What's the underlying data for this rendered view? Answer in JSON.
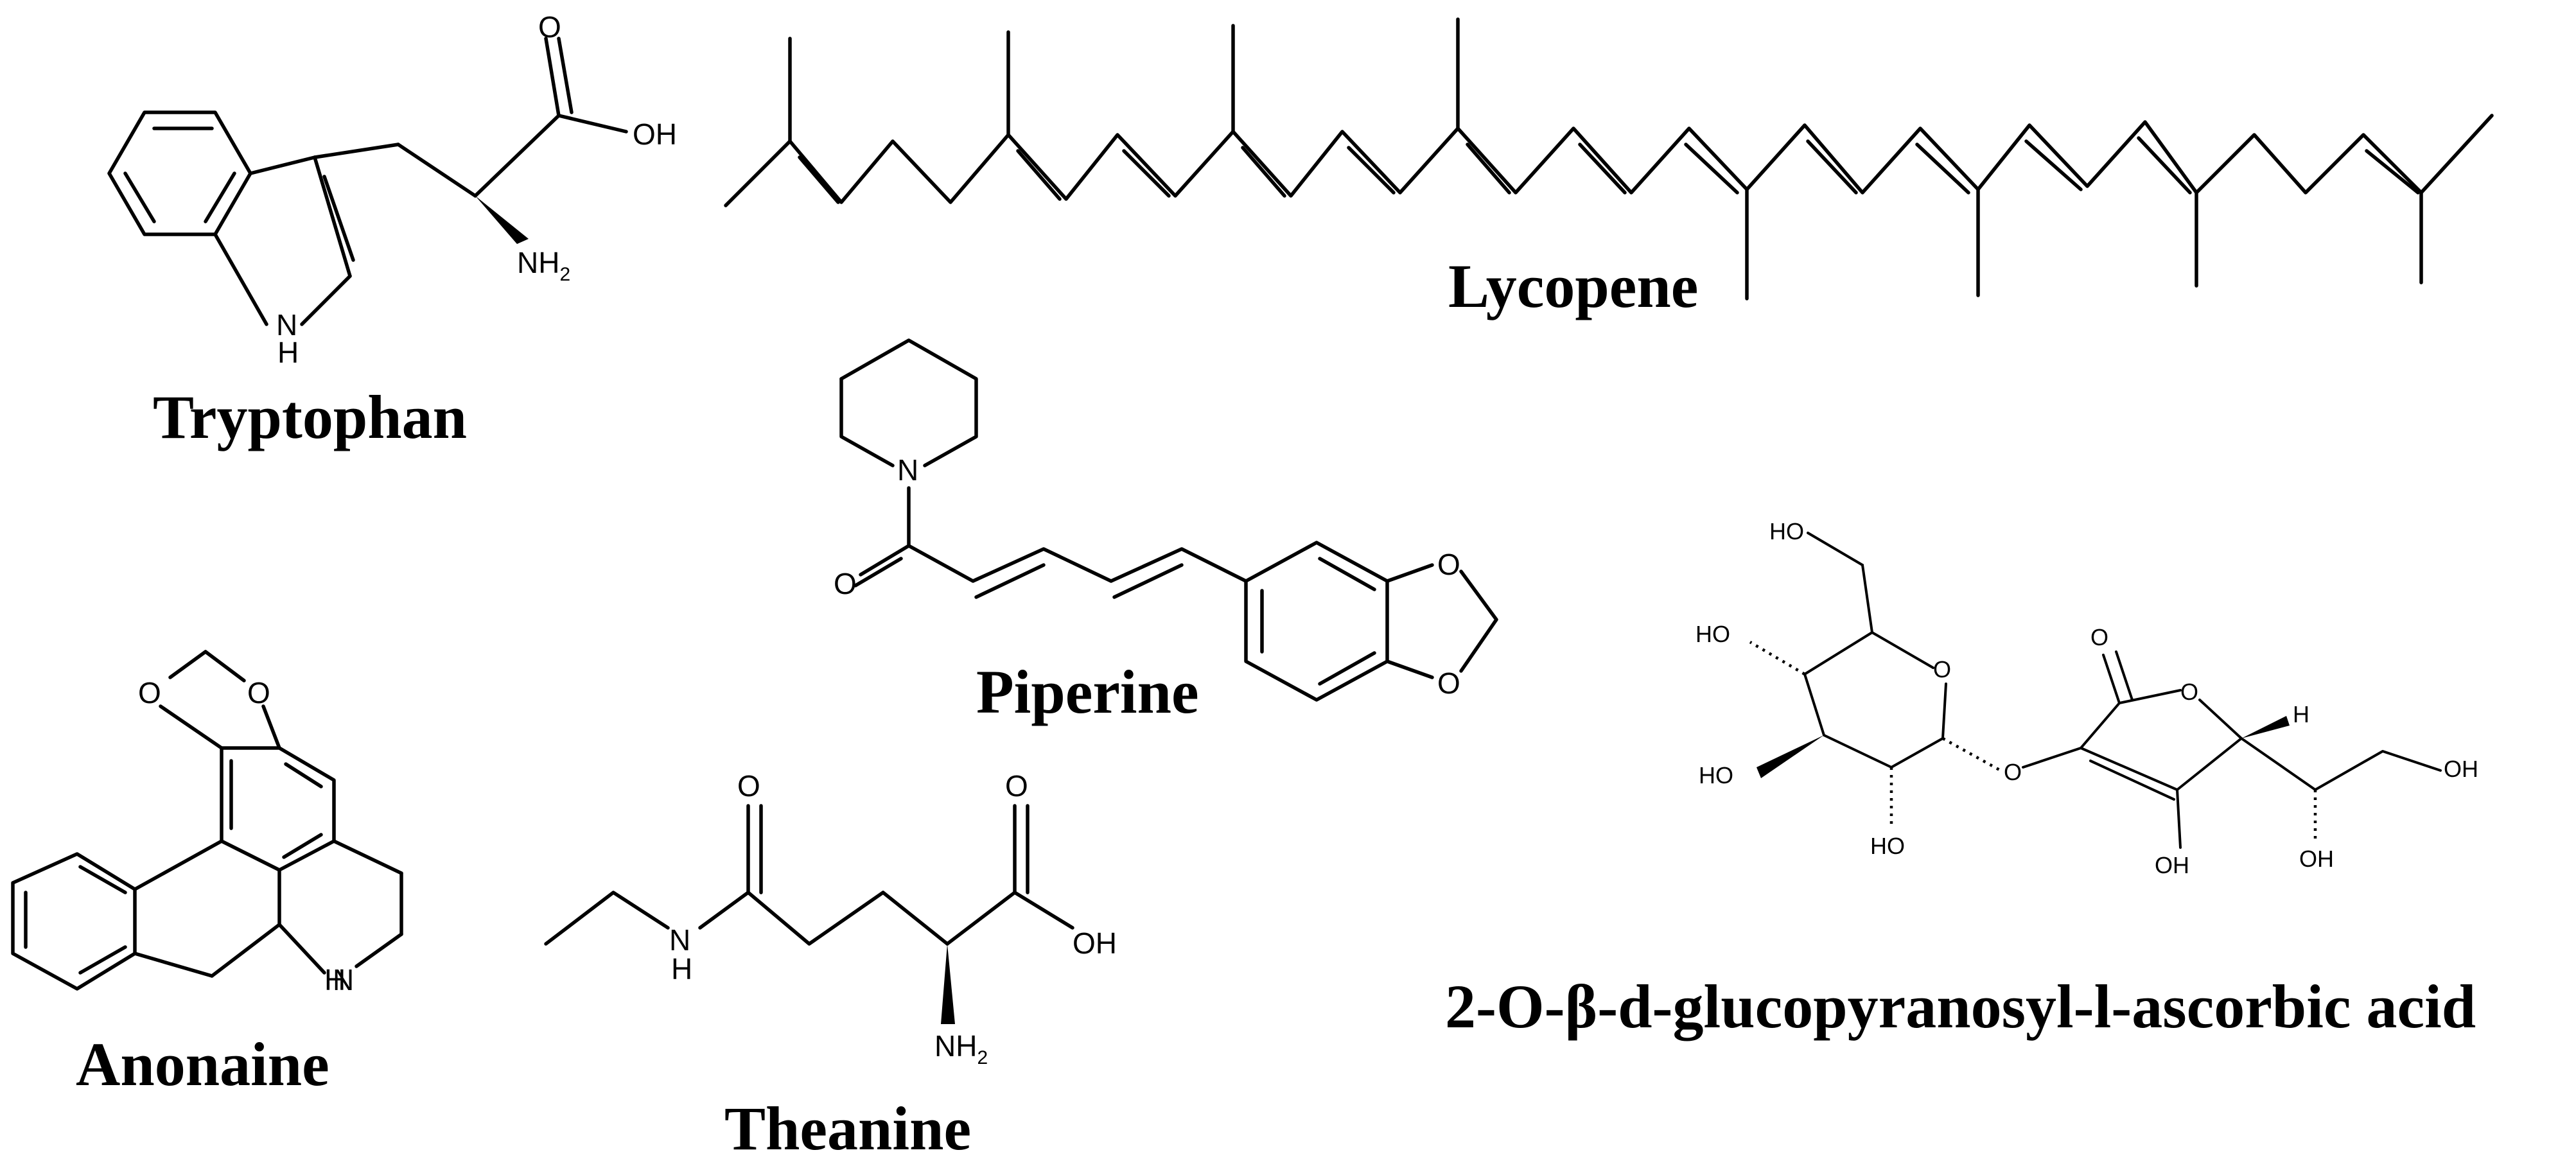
{
  "molecules": {
    "tryptophan": {
      "name": "Tryptophan",
      "atoms": {
        "o": "O",
        "oh": "OH",
        "nh": "NH",
        "n": "N",
        "h": "H",
        "h2": "2"
      }
    },
    "lycopene": {
      "name": "Lycopene"
    },
    "piperine": {
      "name": "Piperine",
      "atoms": {
        "n": "N",
        "o_carbonyl": "O",
        "o_ring1": "O",
        "o_ring2": "O"
      }
    },
    "anonaine": {
      "name": "Anonaine",
      "atoms": {
        "o1": "O",
        "o2": "O",
        "n": "N",
        "h": "H"
      }
    },
    "theanine": {
      "name": "Theanine",
      "atoms": {
        "o1": "O",
        "o2": "O",
        "oh": "OH",
        "n": "N",
        "h": "H",
        "nh": "NH",
        "h2": "2"
      }
    },
    "glucopyranosyl_ascorbic_acid": {
      "name": "2-O-β-d-glucopyranosyl-l-ascorbic acid",
      "atoms": {
        "ho1": "HO",
        "ho2": "HO",
        "ho3": "HO",
        "oh1": "OH",
        "ho4": "HO",
        "o_ring": "O",
        "o_link": "O",
        "o_lactone": "O",
        "o_carbonyl": "O",
        "h": "H",
        "oh2": "OH",
        "oh3": "OH"
      }
    }
  }
}
